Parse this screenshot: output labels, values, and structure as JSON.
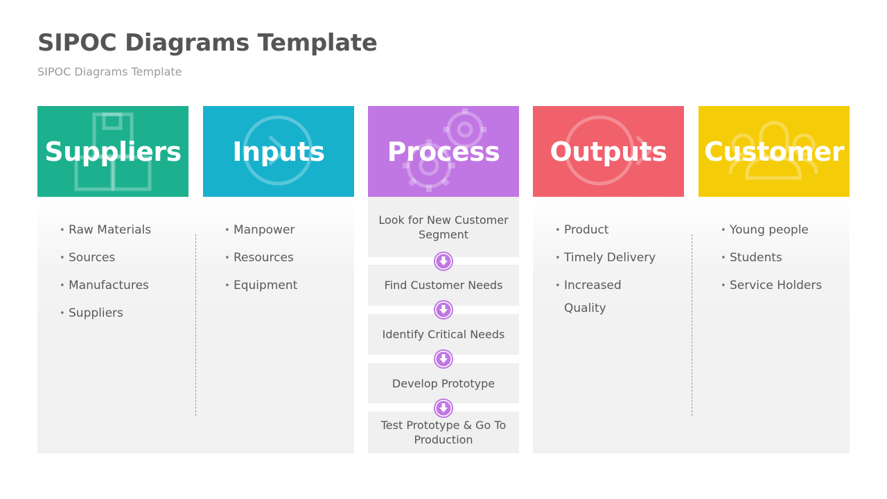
{
  "title": "SIPOC Diagrams Template",
  "subtitle": "SIPOC Diagrams Template",
  "colors": {
    "suppliers": "#1db08e",
    "inputs": "#18b1cc",
    "process": "#c077e3",
    "outputs": "#f0616c",
    "customer": "#f5cc08",
    "arrow": "#c077e3"
  },
  "columns": {
    "suppliers": {
      "label": "Suppliers",
      "icon": "package-boxes-icon",
      "items": [
        "Raw Materials",
        "Sources",
        "Manufactures",
        "Suppliers"
      ]
    },
    "inputs": {
      "label": "Inputs",
      "icon": "circle-arrow-in-icon",
      "items": [
        "Manpower",
        "Resources",
        "Equipment"
      ]
    },
    "process": {
      "label": "Process",
      "icon": "gears-icon",
      "steps": [
        "Look for New Customer Segment",
        "Find Customer Needs",
        "Identify Critical Needs",
        "Develop Prototype",
        "Test Prototype & Go To Production"
      ]
    },
    "outputs": {
      "label": "Outputs",
      "icon": "circle-arrow-out-icon",
      "items": [
        "Product",
        "Timely Delivery",
        "Increased Quality"
      ]
    },
    "customer": {
      "label": "Customer",
      "icon": "user-group-icon",
      "items": [
        "Young people",
        "Students",
        "Service Holders"
      ]
    }
  }
}
